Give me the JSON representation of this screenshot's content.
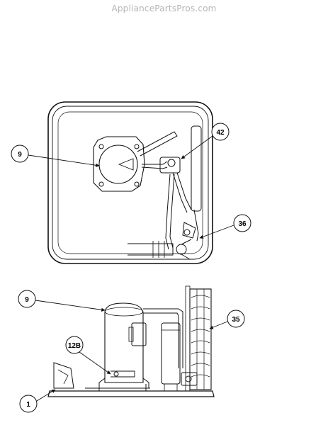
{
  "watermark": "AppliancePartsPros.com",
  "callouts": {
    "top_compressor": "9",
    "top_valve": "42",
    "top_fitting": "36",
    "side_compressor": "9",
    "side_coil": "35",
    "side_bracket": "12B",
    "side_base": "1"
  }
}
